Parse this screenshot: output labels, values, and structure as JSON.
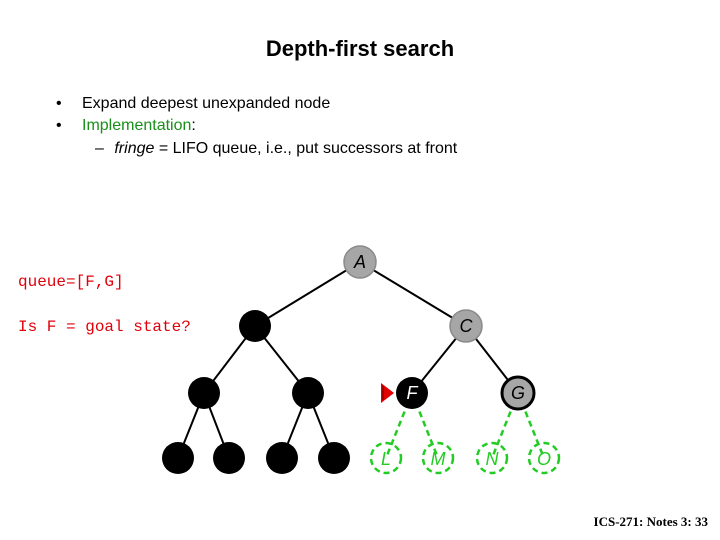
{
  "slide": {
    "title": "Depth-first search",
    "bullets": [
      {
        "text": "Expand deepest unexpanded node",
        "suffix": ""
      },
      {
        "text": "Implementation",
        "suffix": ":"
      }
    ],
    "sub_bullet": {
      "dash": "–",
      "fringe_word": "fringe",
      "rest": " = LIFO queue, i.e., put successors at front"
    },
    "queue_label": "queue=[F,G]",
    "question": "Is F = goal state?",
    "footer": "ICS-271: Notes 3: 33",
    "bullet_char": "•"
  },
  "tree": {
    "labels": {
      "A": "A",
      "C": "C",
      "F": "F",
      "G": "G",
      "L": "L",
      "M": "M",
      "N": "N",
      "O": "O"
    },
    "colors": {
      "expanded": "#000000",
      "frontier": "#a6a6a6",
      "unexplored": "#22cc22",
      "current_marker": "#e00000"
    }
  }
}
